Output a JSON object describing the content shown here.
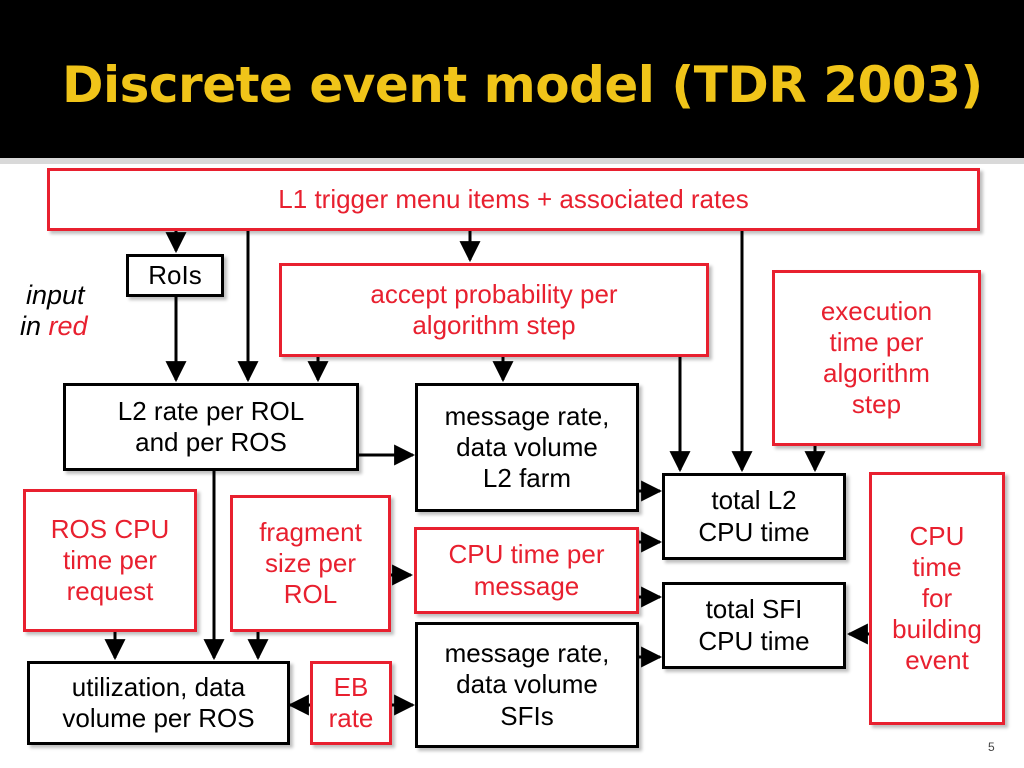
{
  "slide": {
    "title": "Discrete event model (TDR 2003)",
    "page_number": "5"
  },
  "legend": {
    "line1": "input",
    "line2_prefix": "in ",
    "line2_highlight": "red"
  },
  "colors": {
    "title_text": "#f0c419",
    "title_background": "#000000",
    "input_box": "#e8202f",
    "computed_box": "#000000"
  },
  "boxes": {
    "l1_trigger": "L1 trigger menu items + associated rates",
    "rois": "RoIs",
    "accept_prob": "accept probability per\nalgorithm step",
    "exec_time": "execution\ntime per\nalgorithm\nstep",
    "l2_rate": "L2 rate per ROL\nand per ROS",
    "msg_l2": "message rate,\ndata volume\nL2 farm",
    "ros_cpu": "ROS CPU\ntime per\nrequest",
    "frag_size": "fragment\nsize per\nROL",
    "cpu_msg": "CPU time per\nmessage",
    "total_l2": "total L2\nCPU time",
    "total_sfi": "total SFI\nCPU time",
    "cpu_build": "CPU\ntime\nfor\nbuilding\nevent",
    "utilization": "utilization, data\nvolume per ROS",
    "eb_rate": "EB\nrate",
    "msg_sfi": "message rate,\ndata volume\nSFIs"
  }
}
